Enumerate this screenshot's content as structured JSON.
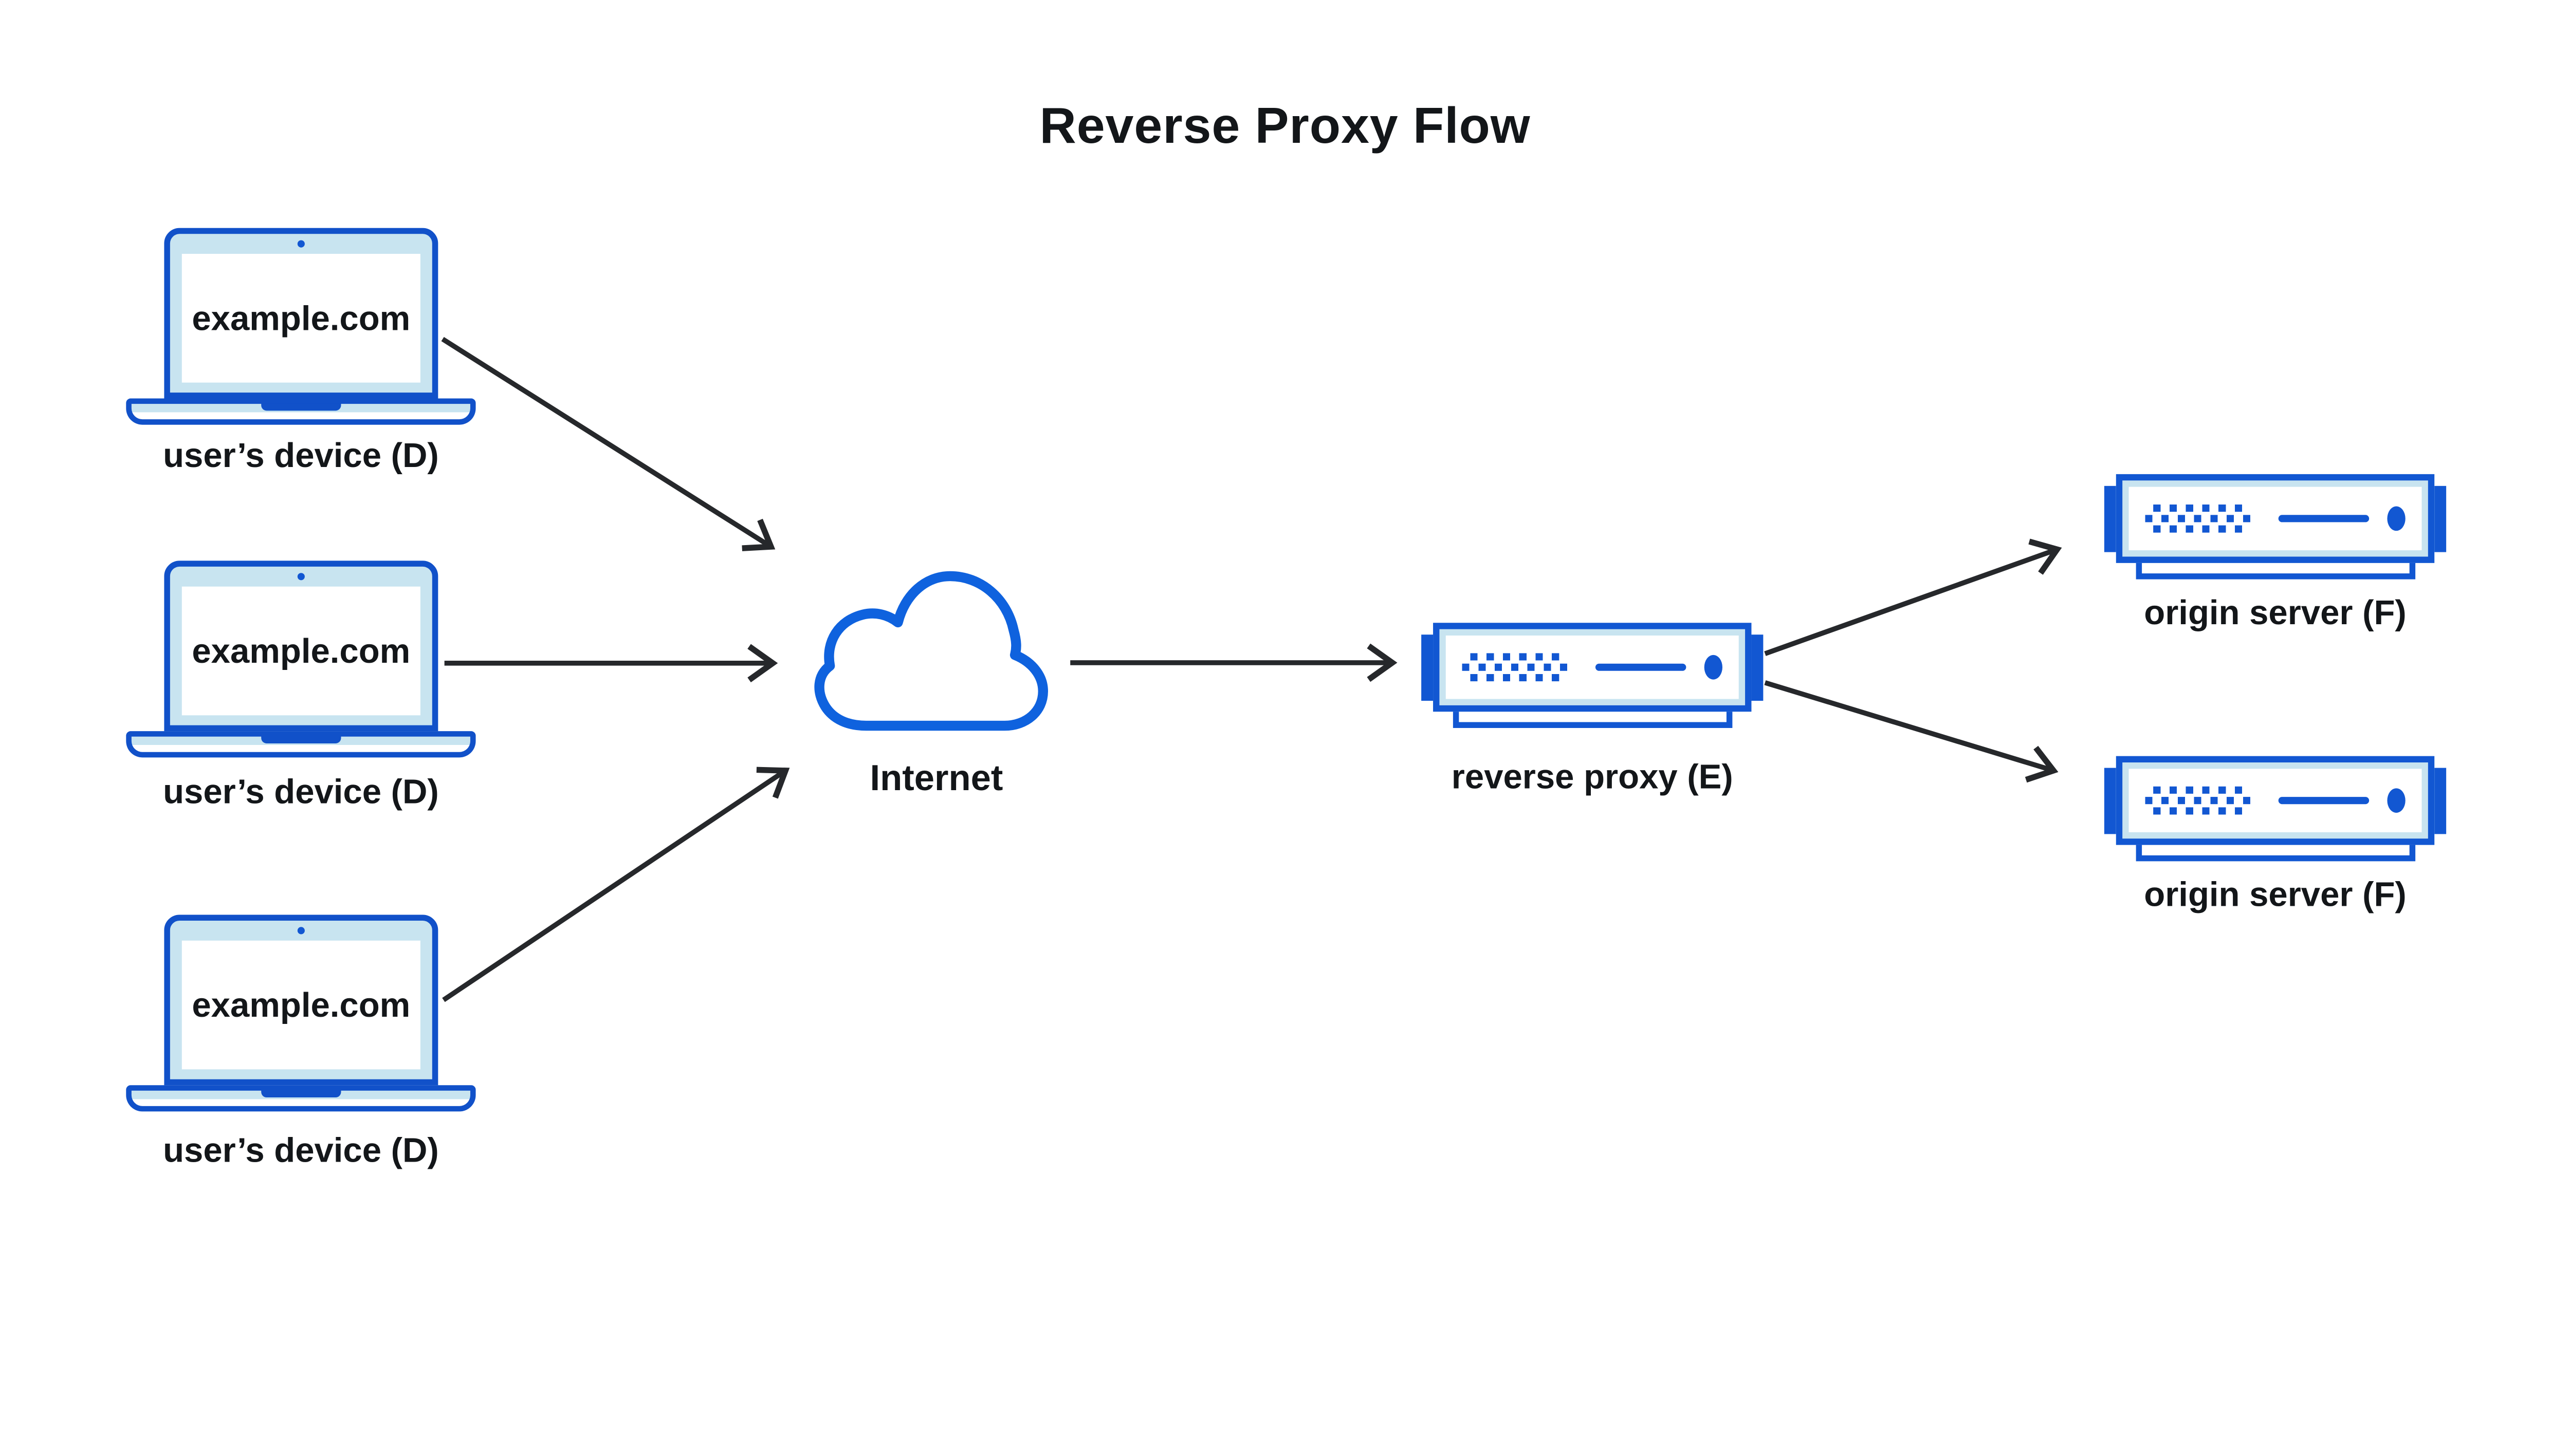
{
  "title": "Reverse Proxy Flow",
  "devices": [
    {
      "icon": "laptop-icon",
      "screen_text": "example.com",
      "label": "user’s device (D)"
    },
    {
      "icon": "laptop-icon",
      "screen_text": "example.com",
      "label": "user’s device (D)"
    },
    {
      "icon": "laptop-icon",
      "screen_text": "example.com",
      "label": "user’s device (D)"
    }
  ],
  "internet": {
    "icon": "cloud-icon",
    "label": "Internet"
  },
  "reverse_proxy": {
    "icon": "server-icon",
    "label": "reverse proxy (E)"
  },
  "origin_servers": [
    {
      "icon": "server-icon",
      "label": "origin server (F)"
    },
    {
      "icon": "server-icon",
      "label": "origin server (F)"
    }
  ],
  "connections": [
    {
      "from": "user’s device (D) #1",
      "to": "Internet"
    },
    {
      "from": "user’s device (D) #2",
      "to": "Internet"
    },
    {
      "from": "user’s device (D) #3",
      "to": "Internet"
    },
    {
      "from": "Internet",
      "to": "reverse proxy (E)"
    },
    {
      "from": "reverse proxy (E)",
      "to": "origin server (F) #1"
    },
    {
      "from": "reverse proxy (E)",
      "to": "origin server (F) #2"
    }
  ],
  "colors": {
    "blue": "#1257d2",
    "laptop_blue": "#1151c9",
    "cloud_blue": "#0f62de",
    "light_blue": "#c8e4f0",
    "text": "#131619",
    "arrow": "#26282b",
    "background": "#ffffff"
  }
}
